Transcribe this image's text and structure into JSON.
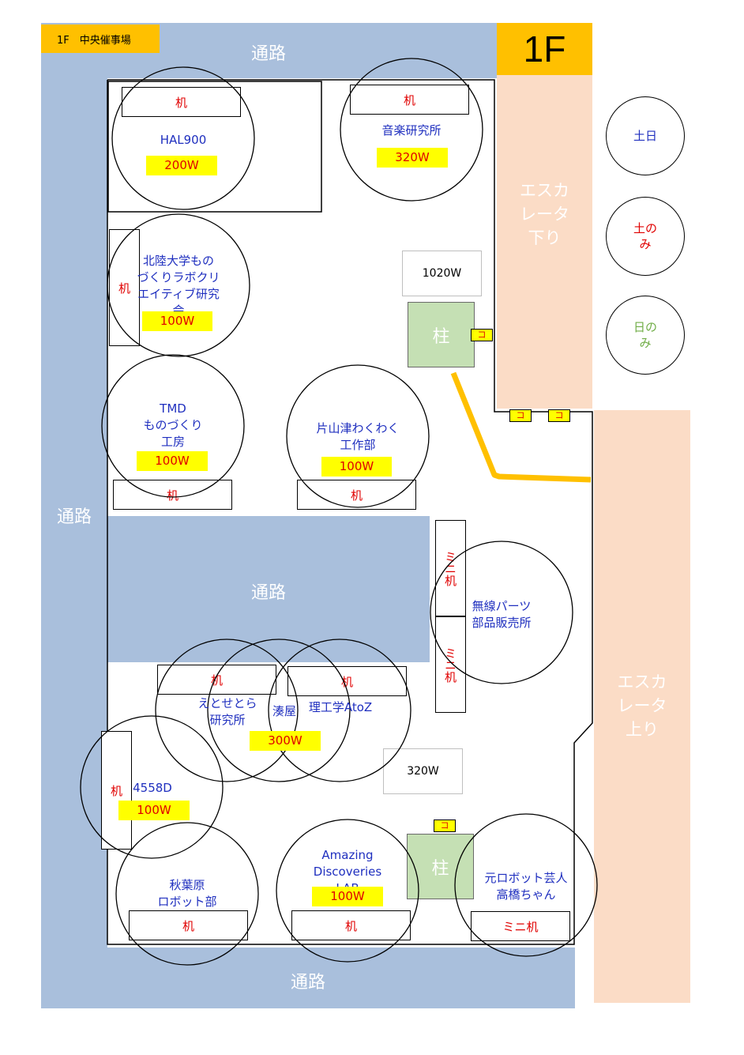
{
  "header": {
    "venue_tag": "1F　中央催事場",
    "floor_label": "1F"
  },
  "colors": {
    "road": "#a9bfdc",
    "escalator": "#fbdcc6",
    "highlight": "#ffc000",
    "power_badge": "#ffff00",
    "pillar": "#c5e0b4",
    "booth_text": "#1f2fbf",
    "desk_text": "#e00000",
    "legend_sat_sun": "#1f2fbf",
    "legend_sat_only": "#e00000",
    "legend_sun_only": "#70ad47"
  },
  "roads": {
    "top": "通路",
    "left": "通路",
    "center": "通路",
    "bottom": "通路"
  },
  "escalators": {
    "down": "エスカ\nレータ\n下り",
    "up": "エスカ\nレータ\n上り"
  },
  "legend": {
    "sat_sun": "土日",
    "sat_only": "土の\nみ",
    "sun_only": "日の\nみ"
  },
  "desk_label": "机",
  "mini_desk_label": "ミニ机",
  "pillar_label": "柱",
  "outlet_label": "コ",
  "booths": {
    "hal900": {
      "name": "HAL900",
      "power": "200W"
    },
    "music": {
      "name": "音楽研究所",
      "power": "320W"
    },
    "hokuriku": {
      "name": "北陸大学もの\nづくりラボクリ\nエイティブ研究\n会",
      "power": "100W"
    },
    "tmd": {
      "name": "TMD\nものづくり\n工房",
      "power": "100W"
    },
    "katayamazu": {
      "name": "片山津わくわく\n工作部",
      "power": "100W"
    },
    "wireless": {
      "name": "無線パーツ\n部品販売所"
    },
    "etosetora": {
      "name": "えとせとら\n研究所",
      "power": "300W"
    },
    "minatoya": {
      "name": "湊屋"
    },
    "rikogaku": {
      "name": "理工学AtoZ"
    },
    "d4558": {
      "name": "4558D",
      "power": "100W"
    },
    "akihabara": {
      "name": "秋葉原\nロボット部"
    },
    "amazing": {
      "name": "Amazing\nDiscoveries\nLAB",
      "power": "100W"
    },
    "takahashi": {
      "name": "元ロボット芸人\n高橋ちゃん"
    }
  },
  "standalone_power": {
    "upper": "1020W",
    "lower": "320W"
  }
}
